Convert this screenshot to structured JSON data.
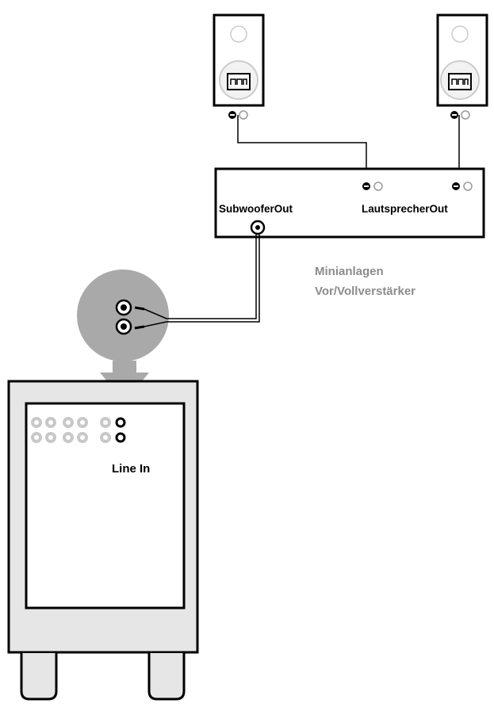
{
  "labels": {
    "subwoofer_out": "SubwooferOut",
    "speaker_out": "LautsprecherOut",
    "amplifier_line1": "Minianlagen",
    "amplifier_line2": "Vor/Vollverstärker",
    "line_in": "Line In"
  },
  "colors": {
    "outline": "#000000",
    "grey_panel": "#e6e6e6",
    "grey_disc": "#a9a9a9",
    "grey_text": "#8c8c8c",
    "jack_grey": "#c8c8c8"
  }
}
